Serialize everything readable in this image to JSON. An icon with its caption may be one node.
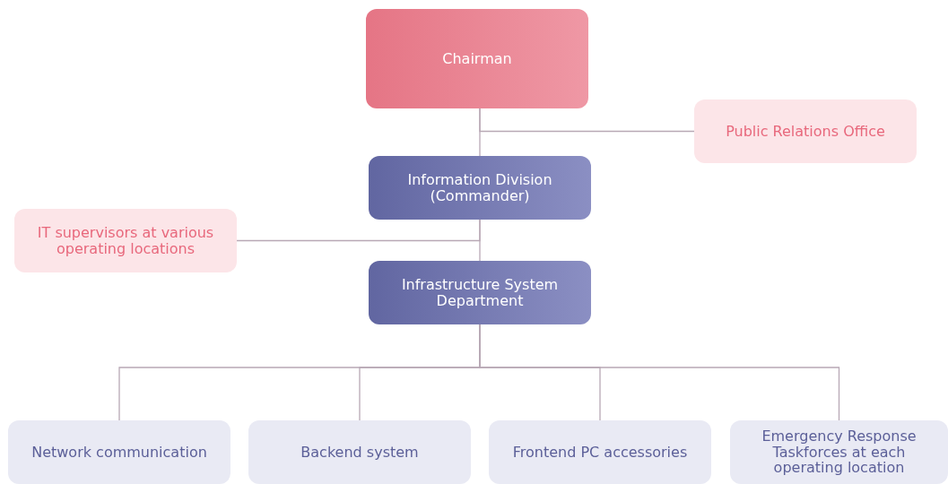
{
  "diagram": {
    "nodes": [
      {
        "text": [
          "Chairman"
        ]
      },
      {
        "text": [
          "Public Relations Office"
        ]
      },
      {
        "text": [
          "Information Division (Commander)"
        ]
      },
      {
        "text": [
          "IT supervisors at various operating locations"
        ]
      },
      {
        "text": [
          "Infrastructure System Department"
        ]
      },
      {
        "text": [
          "Network communication"
        ]
      },
      {
        "text": [
          "Backend system"
        ]
      },
      {
        "text": [
          "Frontend PC accessories"
        ]
      },
      {
        "text": [
          "Emergency Response Taskforces at each operating location"
        ]
      }
    ],
    "edges": [
      {
        "from": 0,
        "to": 2,
        "arrow": "none"
      },
      {
        "from": 0,
        "to": 1,
        "arrow": "none"
      },
      {
        "from": 2,
        "to": 4,
        "arrow": "none"
      },
      {
        "from": 2,
        "to": 3,
        "arrow": "none"
      },
      {
        "from": 4,
        "to": 5,
        "arrow": "none"
      },
      {
        "from": 4,
        "to": 6,
        "arrow": "none"
      },
      {
        "from": 4,
        "to": 7,
        "arrow": "none"
      },
      {
        "from": 4,
        "to": 8,
        "arrow": "none"
      }
    ]
  }
}
